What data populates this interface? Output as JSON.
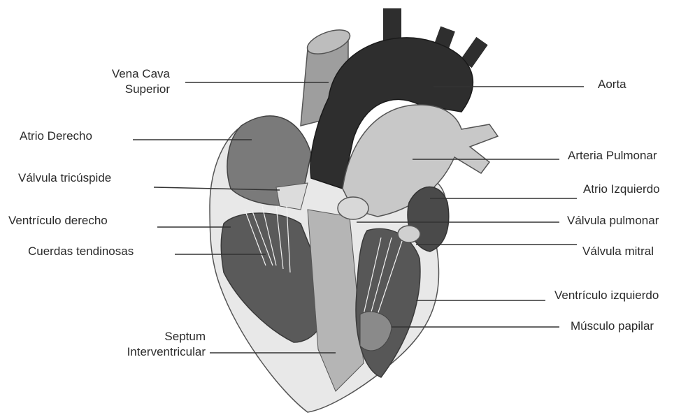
{
  "labels": {
    "vena_cava": [
      "Vena Cava",
      "Superior"
    ],
    "aorta": "Aorta",
    "atrio_derecho": "Atrio Derecho",
    "arteria_pulmonar": "Arteria Pulmonar",
    "valvula_tricuspide": "Válvula tricúspide",
    "atrio_izquierdo": "Atrio Izquierdo",
    "ventriculo_derecho": "Ventrículo derecho",
    "valvula_pulmonar": "Válvula pulmonar",
    "cuerdas_tendinosas": "Cuerdas tendinosas",
    "valvula_mitral": "Válvula mitral",
    "ventriculo_izquierdo": "Ventrículo izquierdo",
    "musculo_papilar": "Músculo papilar",
    "septum": [
      "Septum",
      "Interventricular"
    ]
  },
  "colors": {
    "aorta": "#2e2e2e",
    "vessel_grey": "#a8a8a8",
    "pulmonary_light": "#c8c8c8",
    "chamber_dark": "#4a4a4a",
    "wall": "#e6e6e6",
    "line": "#333333"
  }
}
